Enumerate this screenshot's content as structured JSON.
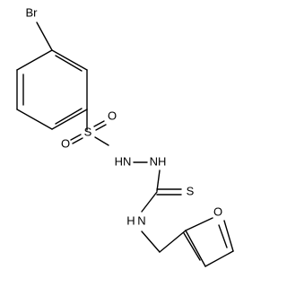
{
  "molecule": {
    "atom_labels": {
      "bromine": "Br",
      "sulfonyl_oxygen_left": "O",
      "sulfur": "S",
      "sulfonyl_oxygen_right": "O",
      "hydrazine_nh_1": "HN",
      "hydrazine_nh_2": "NH",
      "thione_sulfur": "S",
      "amide_nh": "N",
      "amide_h": "H",
      "furan_oxygen": "O"
    }
  }
}
